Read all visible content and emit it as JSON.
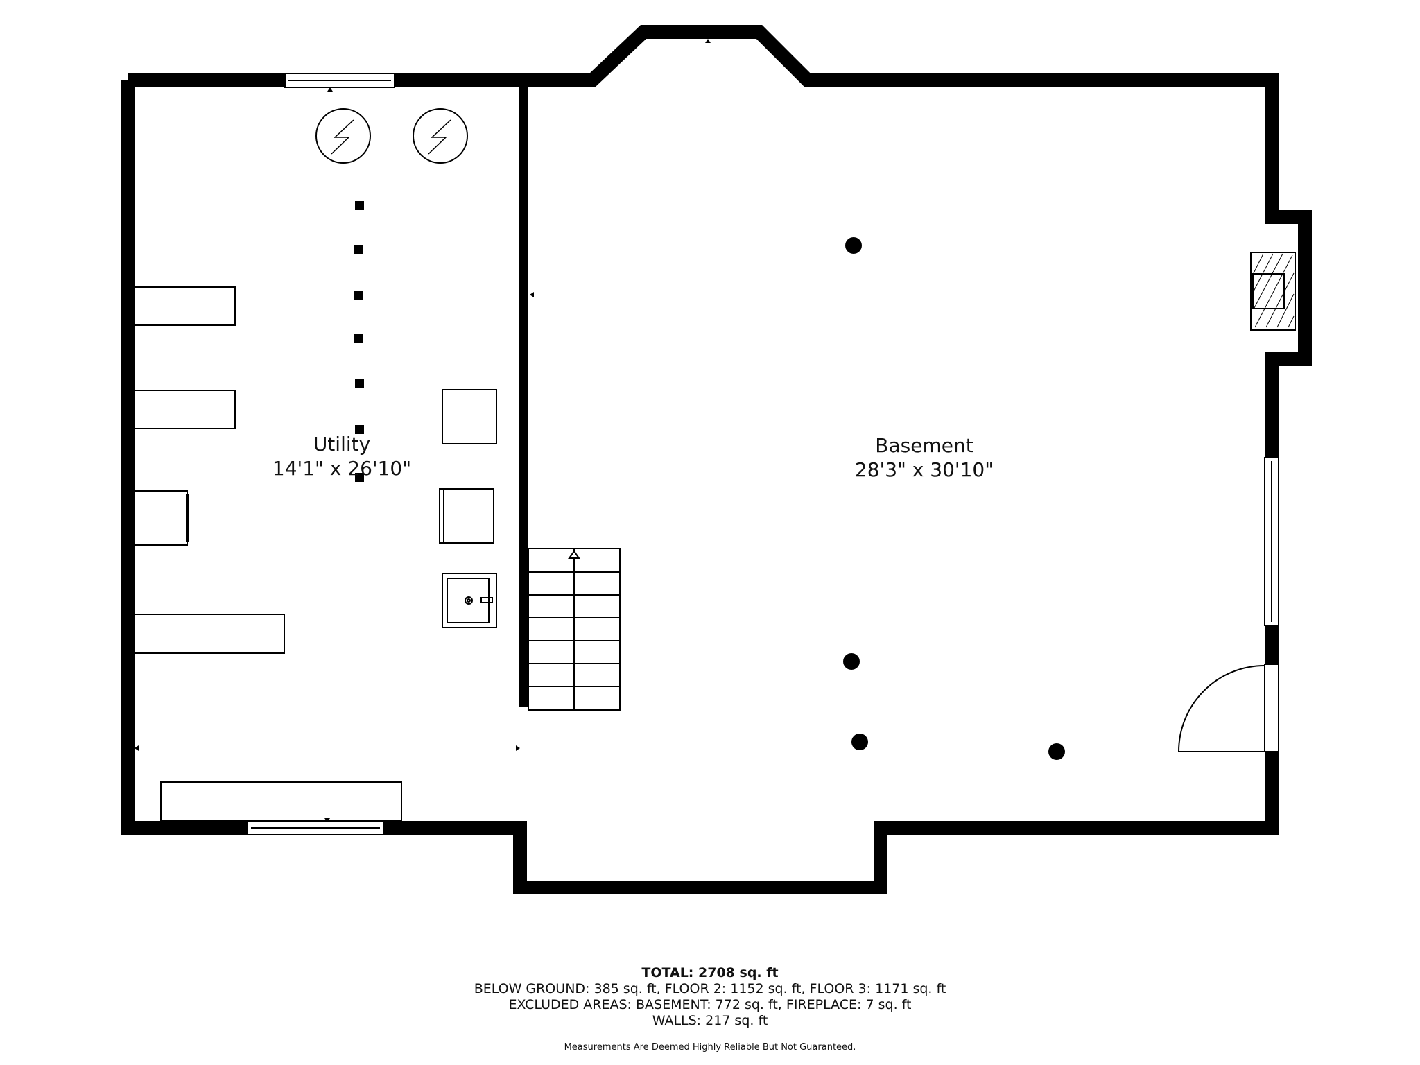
{
  "rooms": {
    "utility": {
      "name": "Utility",
      "dims": "14'1\" x 26'10\""
    },
    "basement": {
      "name": "Basement",
      "dims": "28'3\" x 30'10\""
    }
  },
  "summary": {
    "total": "TOTAL: 2708 sq. ft",
    "areas": "BELOW GROUND: 385 sq. ft, FLOOR 2: 1152 sq. ft, FLOOR 3: 1171 sq. ft",
    "excluded": "EXCLUDED AREAS: BASEMENT: 772 sq. ft, FIREPLACE: 7 sq. ft",
    "walls": "WALLS: 217 sq. ft",
    "disclaimer": "Measurements Are Deemed Highly Reliable But Not Guaranteed."
  },
  "colors": {
    "wall": "#000000",
    "line": "#111111",
    "background": "#ffffff"
  }
}
